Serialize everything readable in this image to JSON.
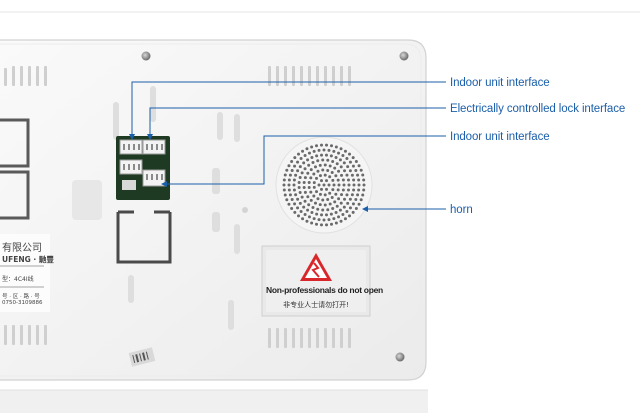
{
  "callouts": {
    "indoor_unit_top": "Indoor unit interface",
    "lock_interface": "Electrically controlled lock interface",
    "indoor_unit_mid": "Indoor unit interface",
    "horn": "horn"
  },
  "warning_sticker": {
    "title": "Non-professionals do not open",
    "subtitle_cn": "非专业人士请勿打开!"
  },
  "product_label": {
    "company": "有限公司",
    "brand": "UFENG · 馳豐",
    "model": "型：4C4I线",
    "address": "号 · 区 · 路 · 号",
    "phone": "0750-3109886"
  },
  "colors": {
    "callout": "#1b5faa",
    "device_body": "#f4f4f4",
    "pcb": "#1f3a23",
    "warning_red": "#d9262b"
  }
}
